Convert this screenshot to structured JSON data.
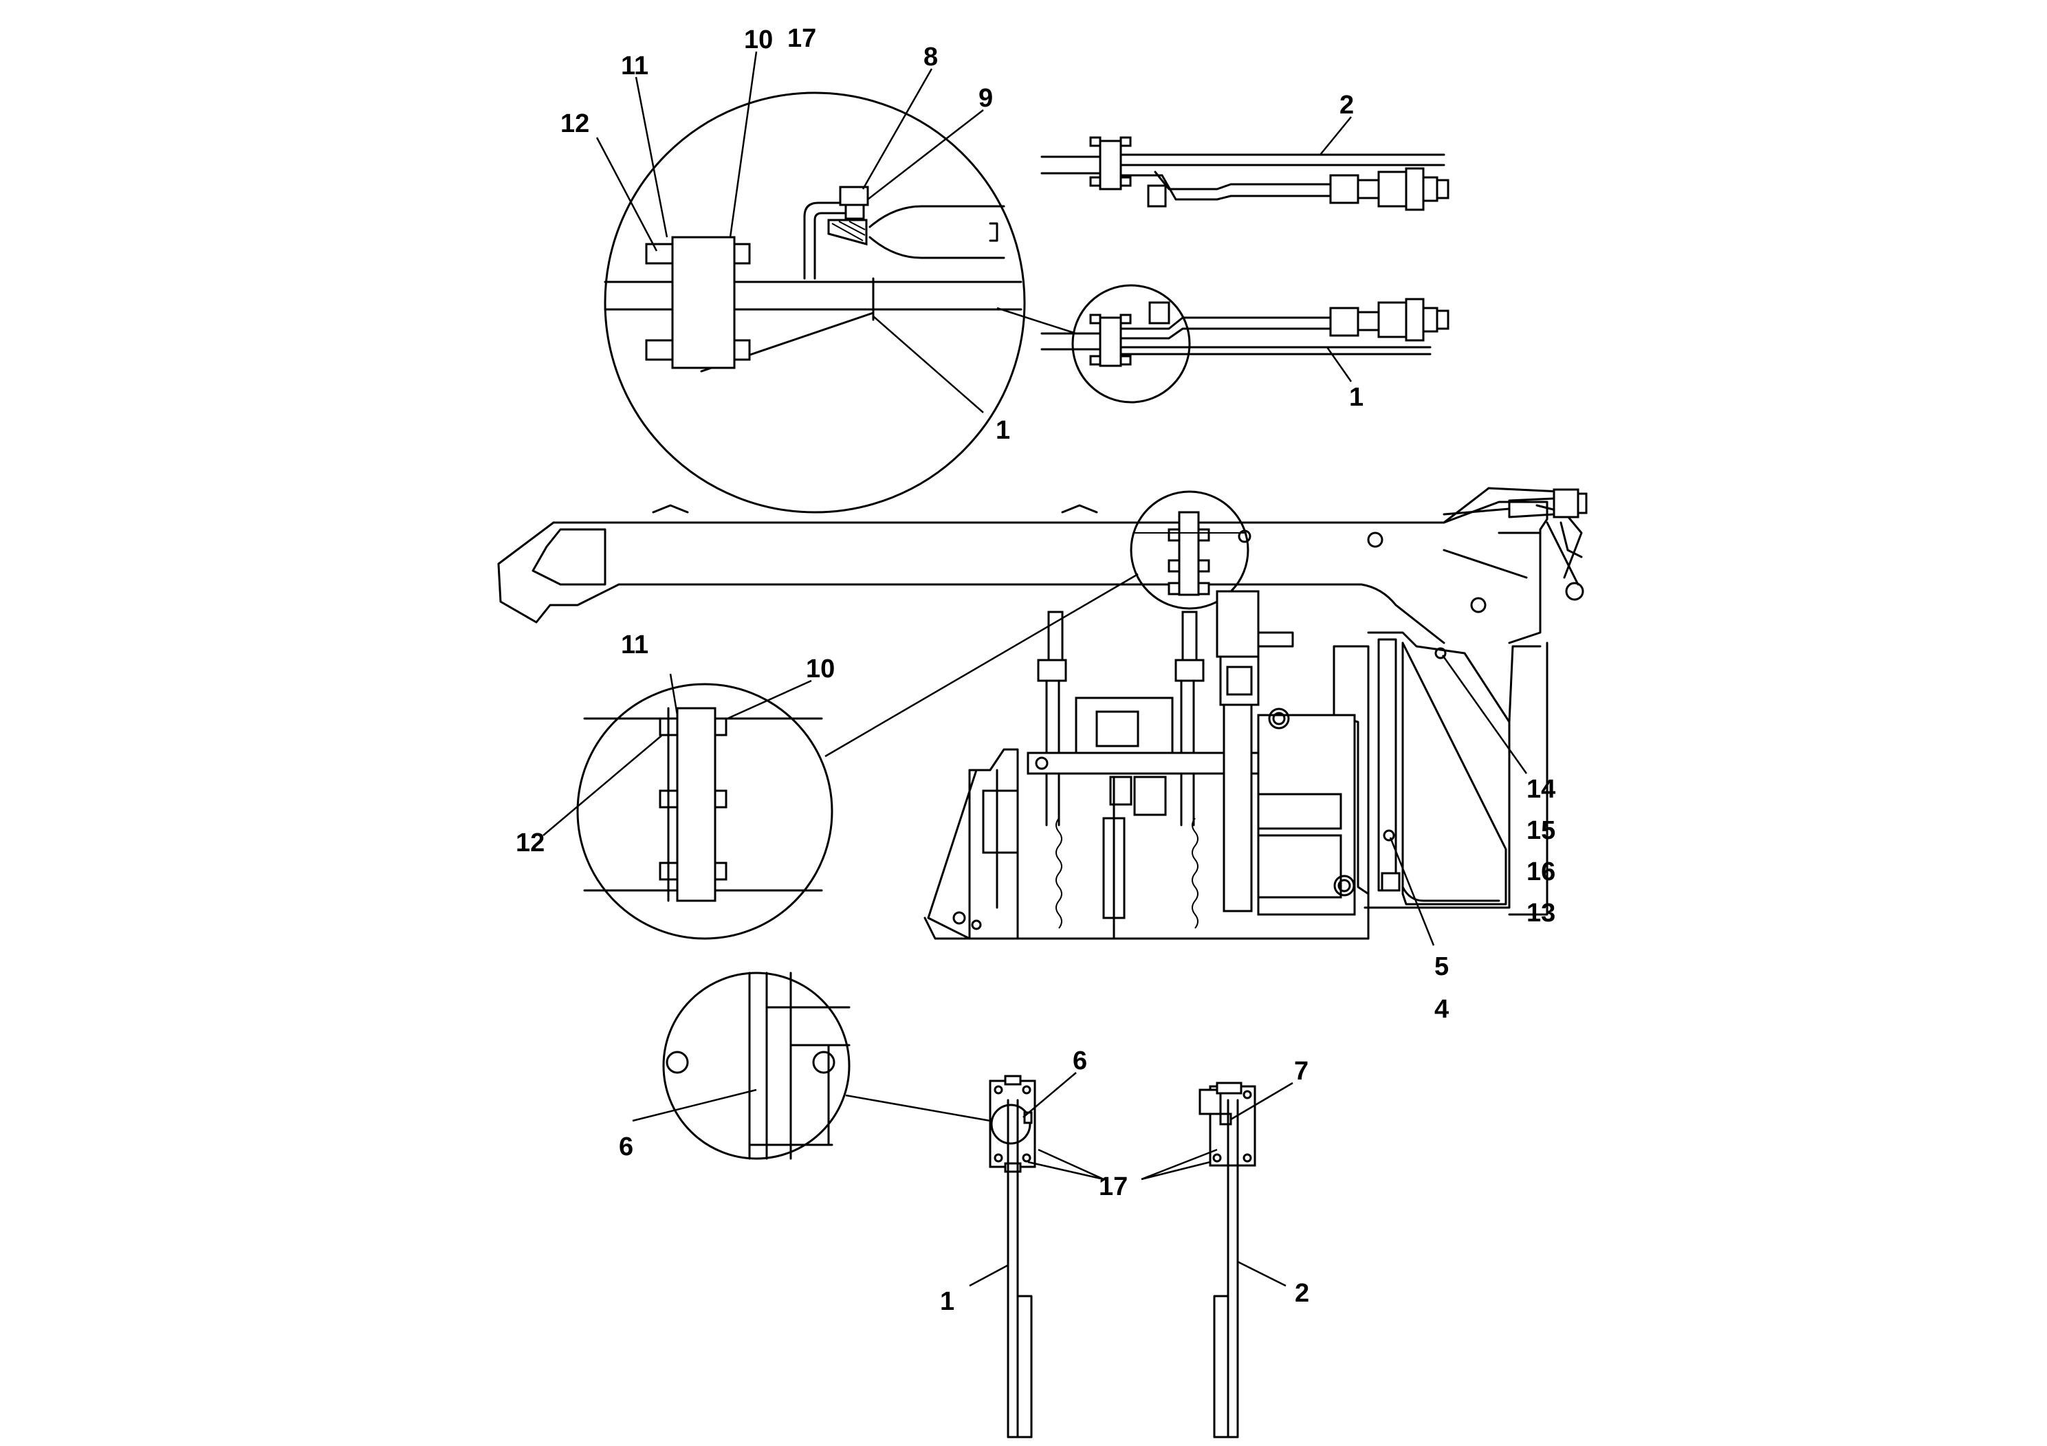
{
  "drawing": {
    "callouts": [
      {
        "id": "c1",
        "label": "12"
      },
      {
        "id": "c2",
        "label": "11"
      },
      {
        "id": "c3",
        "label": "10"
      },
      {
        "id": "c4",
        "label": "17"
      },
      {
        "id": "c5",
        "label": "8"
      },
      {
        "id": "c6",
        "label": "9"
      },
      {
        "id": "c7",
        "label": "1"
      },
      {
        "id": "c8",
        "label": "2"
      },
      {
        "id": "c9",
        "label": "1"
      },
      {
        "id": "c10",
        "label": "11"
      },
      {
        "id": "c11",
        "label": "10"
      },
      {
        "id": "c12",
        "label": "12"
      },
      {
        "id": "c13",
        "label": "14"
      },
      {
        "id": "c14",
        "label": "15"
      },
      {
        "id": "c15",
        "label": "16"
      },
      {
        "id": "c16",
        "label": "13"
      },
      {
        "id": "c17",
        "label": "5"
      },
      {
        "id": "c18",
        "label": "4"
      },
      {
        "id": "c19",
        "label": "6"
      },
      {
        "id": "c20",
        "label": "6"
      },
      {
        "id": "c21",
        "label": "7"
      },
      {
        "id": "c22",
        "label": "17"
      },
      {
        "id": "c23",
        "label": "1"
      },
      {
        "id": "c24",
        "label": "2"
      }
    ]
  }
}
